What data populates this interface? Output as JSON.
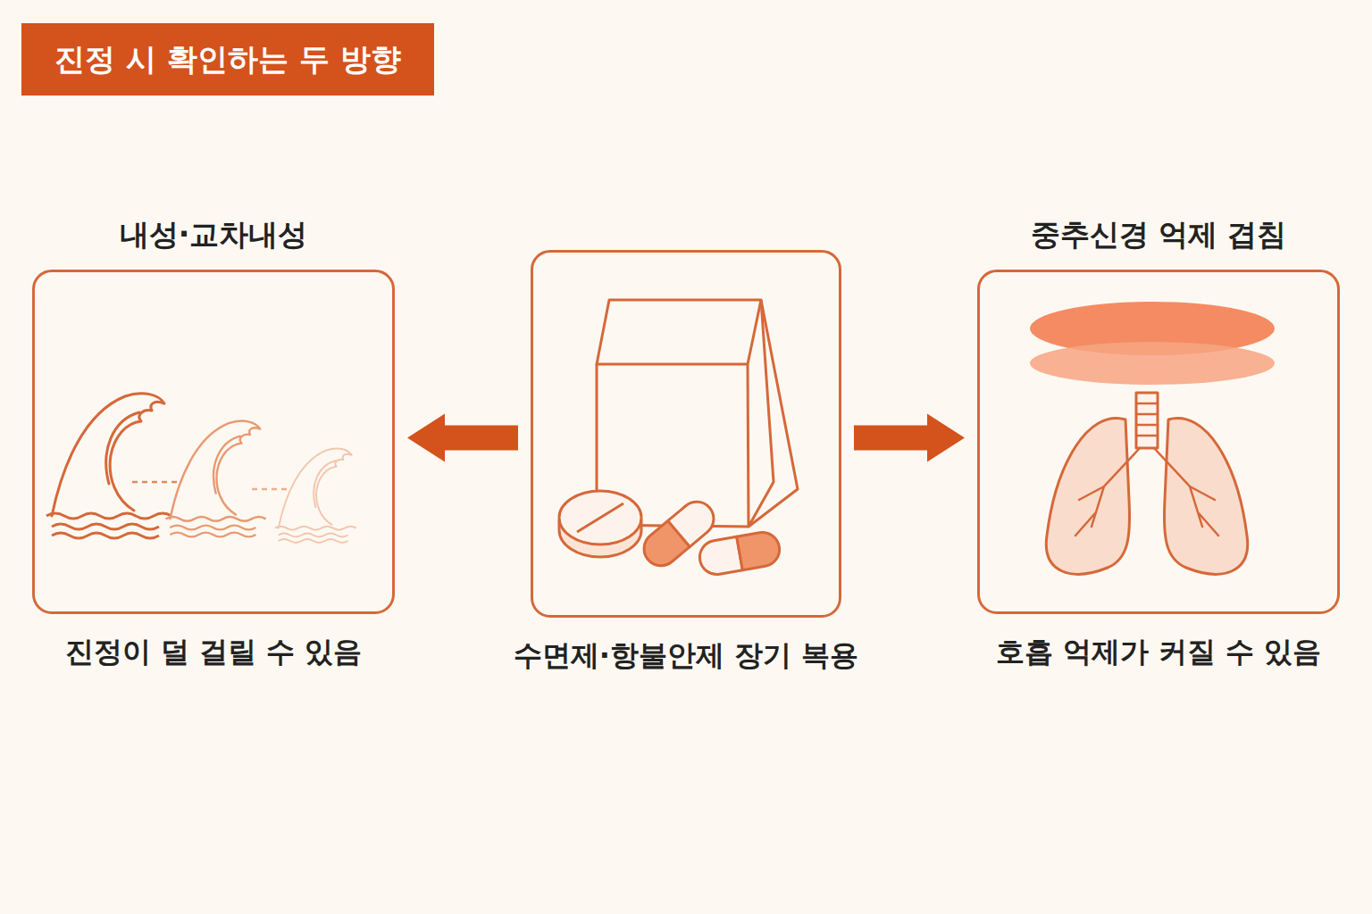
{
  "diagram": {
    "title": "진정 시 확인하는 두 방향",
    "nodes": [
      {
        "text": [
          "내성·교차내성",
          "진정이 덜 걸릴 수 있음"
        ]
      },
      {
        "text": [
          "수면제·항불안제 장기 복용"
        ]
      },
      {
        "text": [
          "중추신경 억제 겹침",
          "호흡 억제가 커질 수 있음"
        ]
      }
    ],
    "edges": [
      {
        "from": 1,
        "to": 0,
        "arrow": "to"
      },
      {
        "from": 1,
        "to": 2,
        "arrow": "to"
      }
    ]
  }
}
